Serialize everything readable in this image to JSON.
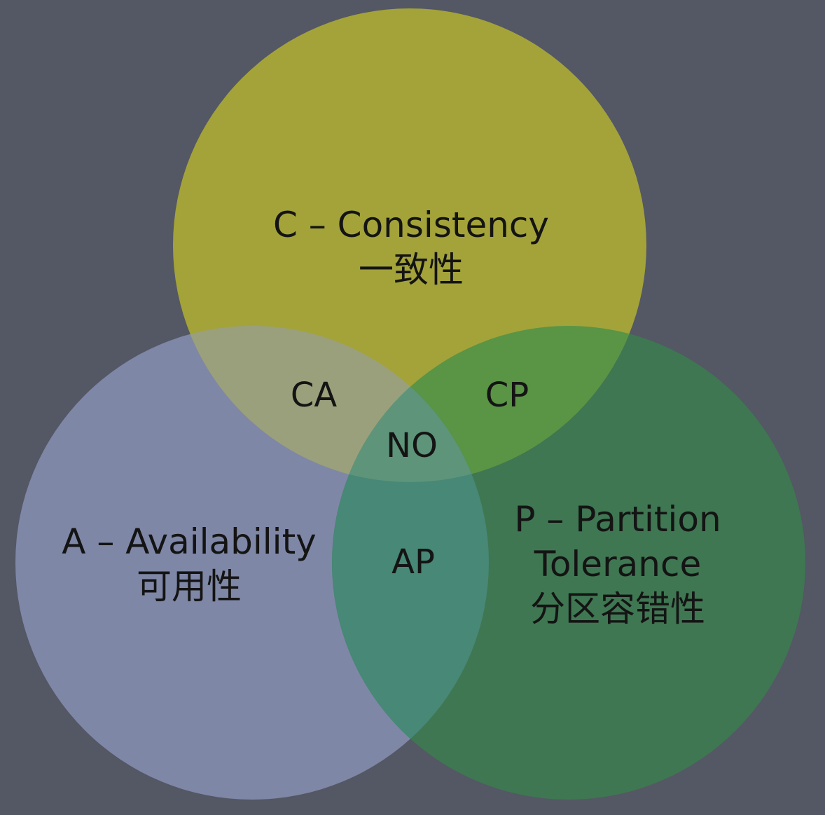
{
  "colors": {
    "background": "#545764",
    "consistency": "#a3a33a",
    "availability": "#7f87a7",
    "partition": "#3f7752",
    "text": "#141414"
  },
  "sets": {
    "consistency": {
      "line1": "C – Consistency",
      "line2": "一致性"
    },
    "availability": {
      "line1": "A – Availability",
      "line2": "可用性"
    },
    "partition": {
      "line1": "P – Partition",
      "line2": "Tolerance",
      "line3": "分区容错性"
    }
  },
  "intersections": {
    "ca": "CA",
    "cp": "CP",
    "ap": "AP",
    "center": "NO"
  }
}
